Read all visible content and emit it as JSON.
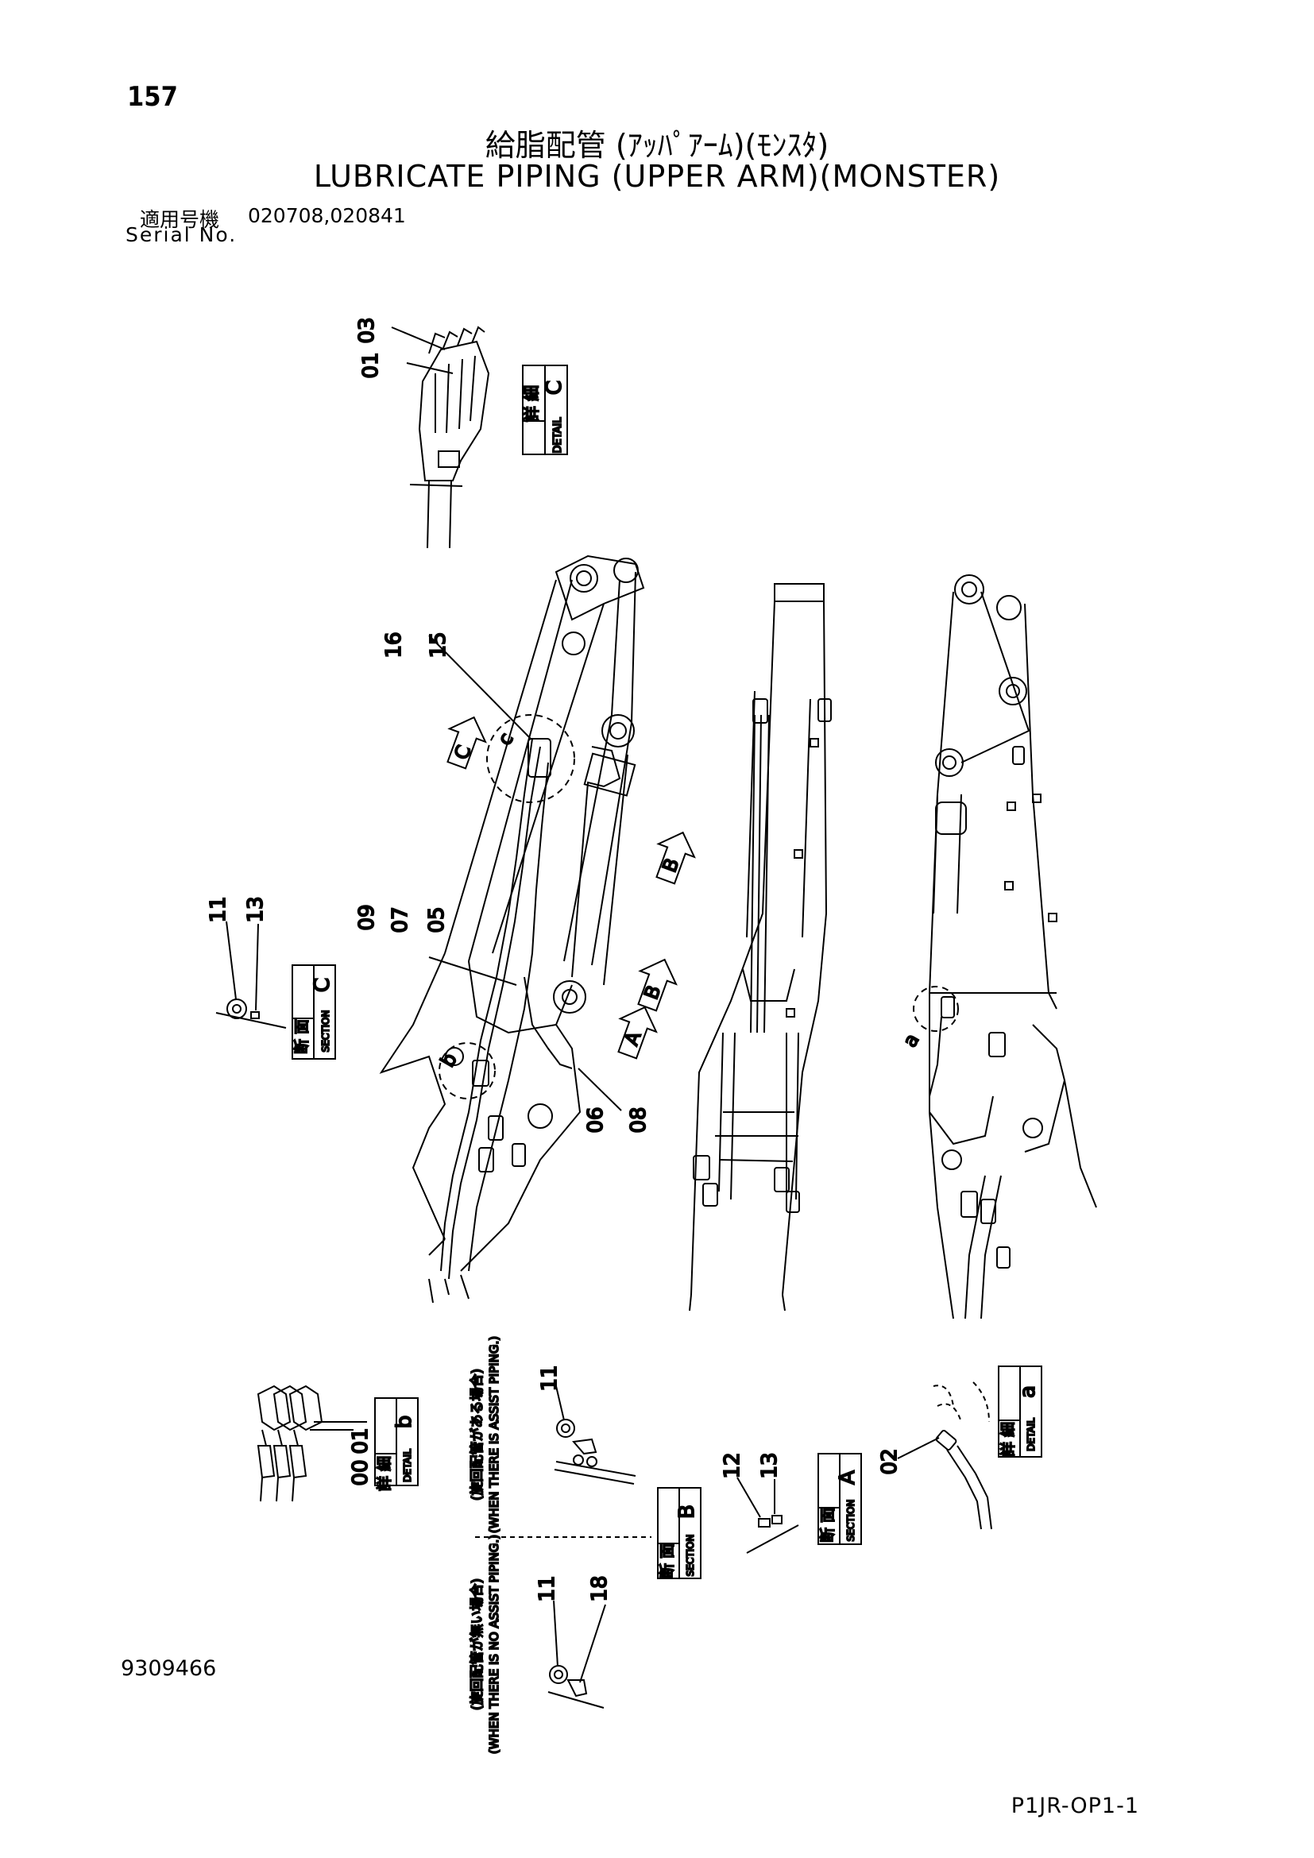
{
  "header": {
    "page_number": "157",
    "title_ja": "給脂配管 (ｱｯﾊﾟｱｰﾑ)(ﾓﾝｽﾀ)",
    "title_en": "LUBRICATE PIPING (UPPER ARM)(MONSTER)",
    "serial_label_ja": "適用号機",
    "serial_label_en": "Serial No.",
    "serial_numbers": "020708,020841"
  },
  "footer": {
    "drawing_number": "9309466",
    "sheet_code": "P1JR-OP1-1"
  },
  "views": {
    "detail_c": {
      "heading_ja": "詳 細",
      "heading_en": "DETAIL",
      "letter": "C",
      "parts": [
        "03",
        "01"
      ]
    },
    "detail_b": {
      "heading_ja": "詳 細",
      "heading_en": "DETAIL",
      "letter": "b",
      "parts": [
        "01",
        "00"
      ]
    },
    "detail_a": {
      "heading_ja": "詳 細",
      "heading_en": "DETAIL",
      "letter": "a",
      "parts": [
        "02"
      ]
    },
    "section_c": {
      "heading_ja": "断 面",
      "heading_en": "SECTION",
      "letter": "C",
      "parts": [
        "11",
        "13"
      ]
    },
    "section_b": {
      "heading_ja": "断 面",
      "heading_en": "SECTION",
      "letter": "B"
    },
    "section_a": {
      "heading_ja": "断 面",
      "heading_en": "SECTION",
      "letter": "A",
      "parts": [
        "12",
        "13"
      ]
    }
  },
  "assist_piping": {
    "with_ja": "(旋回配管がある場合)",
    "with_en": "(WHEN THERE IS ASSIST PIPING.)",
    "with_parts": [
      "11"
    ],
    "without_ja": "(旋回配管が無い場合)",
    "without_en": "(WHEN THERE IS NO ASSIST PIPING.)",
    "without_parts": [
      "11",
      "18"
    ]
  },
  "main_view": {
    "callouts": [
      "16",
      "15",
      "09",
      "07",
      "05",
      "06",
      "08"
    ],
    "circle_labels": [
      "c",
      "b",
      "a"
    ],
    "arrows": [
      "C",
      "B",
      "A",
      "B"
    ]
  }
}
